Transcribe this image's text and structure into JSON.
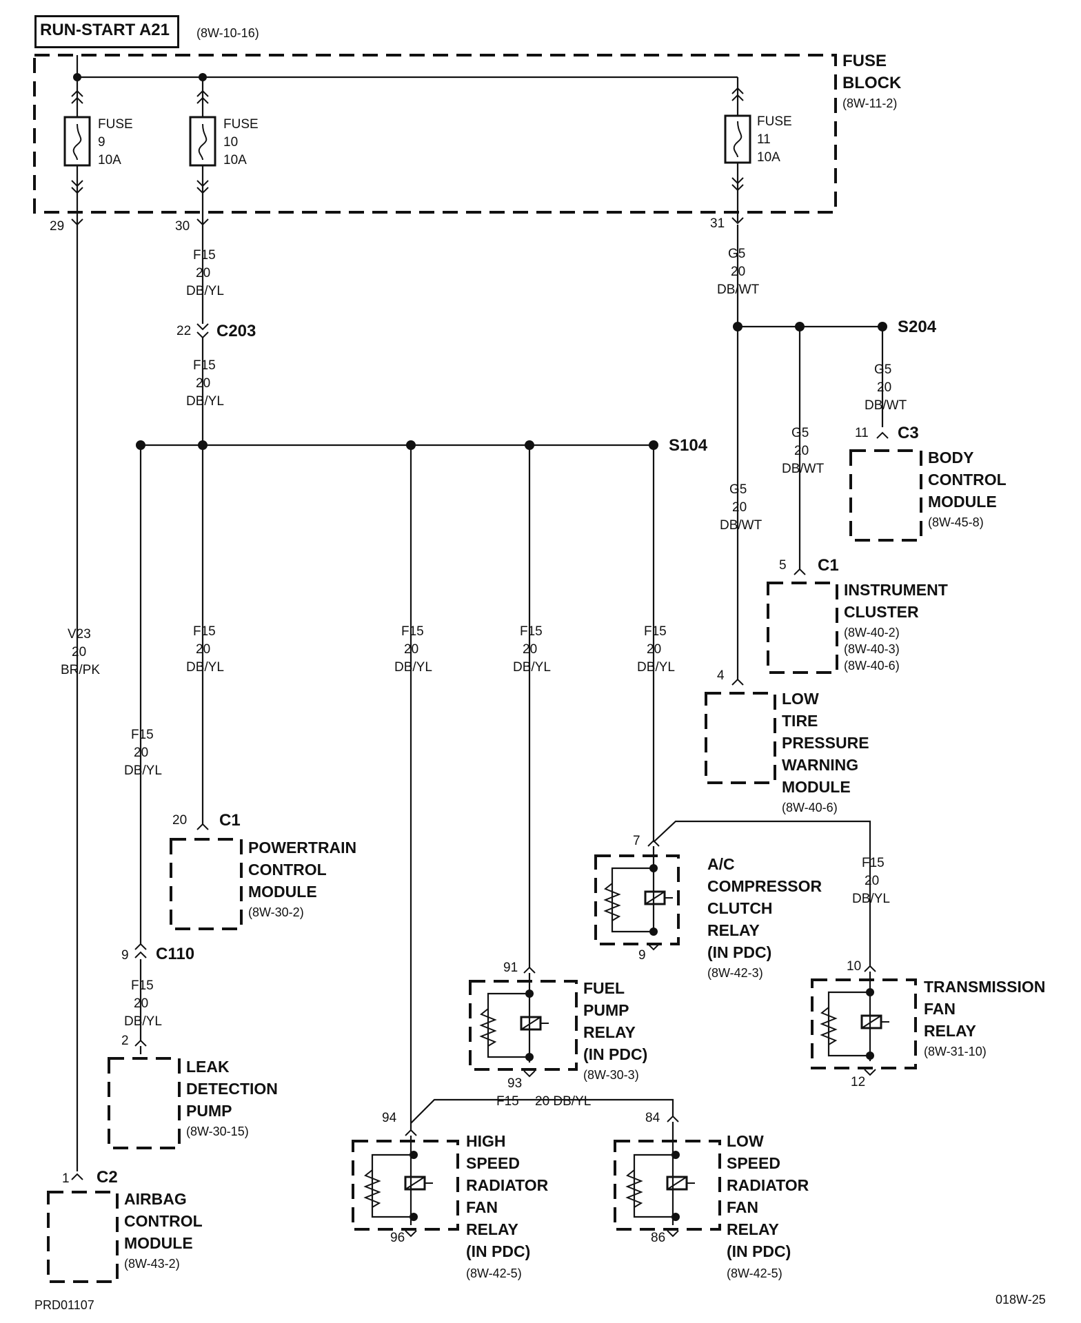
{
  "header": {
    "title": "RUN-START A21",
    "ref": "(8W-10-16)"
  },
  "fuse_block": {
    "line1": "FUSE",
    "line2": "BLOCK",
    "ref": "(8W-11-2)"
  },
  "fuses": [
    {
      "l1": "FUSE",
      "l2": "9",
      "l3": "10A",
      "pin": "29"
    },
    {
      "l1": "FUSE",
      "l2": "10",
      "l3": "10A",
      "pin": "30"
    },
    {
      "l1": "FUSE",
      "l2": "11",
      "l3": "10A",
      "pin": "31"
    }
  ],
  "wire_f15": {
    "a": "F15",
    "b": "20",
    "c": "DB/YL"
  },
  "wire_g5": {
    "a": "G5",
    "b": "20",
    "c": "DB/WT"
  },
  "wire_v23": {
    "a": "V23",
    "b": "20",
    "c": "BR/PK"
  },
  "wire_f15_inline": {
    "a": "F15",
    "b": "20 DB/YL"
  },
  "c203": {
    "pin": "22",
    "name": "C203"
  },
  "c110": {
    "pin": "9",
    "name": "C110"
  },
  "splices": {
    "s104": "S104",
    "s204": "S204"
  },
  "modules": {
    "bcm": {
      "pin": "11",
      "conn": "C3",
      "l1": "BODY",
      "l2": "CONTROL",
      "l3": "MODULE",
      "ref": "(8W-45-8)"
    },
    "ic": {
      "pin": "5",
      "conn": "C1",
      "l1": "INSTRUMENT",
      "l2": "CLUSTER",
      "ref1": "(8W-40-2)",
      "ref2": "(8W-40-3)",
      "ref3": "(8W-40-6)"
    },
    "ltp": {
      "pin": "4",
      "l1": "LOW",
      "l2": "TIRE",
      "l3": "PRESSURE",
      "l4": "WARNING",
      "l5": "MODULE",
      "ref": "(8W-40-6)"
    },
    "pcm": {
      "pin": "20",
      "conn": "C1",
      "l1": "POWERTRAIN",
      "l2": "CONTROL",
      "l3": "MODULE",
      "ref": "(8W-30-2)"
    },
    "ldp": {
      "pin": "2",
      "l1": "LEAK",
      "l2": "DETECTION",
      "l3": "PUMP",
      "ref": "(8W-30-15)"
    },
    "acm": {
      "pin": "1",
      "conn": "C2",
      "l1": "AIRBAG",
      "l2": "CONTROL",
      "l3": "MODULE",
      "ref": "(8W-43-2)"
    }
  },
  "relays": {
    "ac": {
      "pin_in": "7",
      "pin_out": "9",
      "l1": "A/C",
      "l2": "COMPRESSOR",
      "l3": "CLUTCH",
      "l4": "RELAY",
      "l5": "(IN PDC)",
      "ref": "(8W-42-3)"
    },
    "trans": {
      "pin_in": "10",
      "pin_out": "12",
      "l1": "TRANSMISSION",
      "l2": "FAN",
      "l3": "RELAY",
      "ref": "(8W-31-10)"
    },
    "fuel": {
      "pin_in": "91",
      "pin_out": "93",
      "l1": "FUEL",
      "l2": "PUMP",
      "l3": "RELAY",
      "l4": "(IN PDC)",
      "ref": "(8W-30-3)"
    },
    "hs": {
      "pin_in": "94",
      "pin_out": "96",
      "l1": "HIGH",
      "l2": "SPEED",
      "l3": "RADIATOR",
      "l4": "FAN",
      "l5": "RELAY",
      "l6": "(IN PDC)",
      "ref": "(8W-42-5)"
    },
    "ls": {
      "pin_in": "84",
      "pin_out": "86",
      "l1": "LOW",
      "l2": "SPEED",
      "l3": "RADIATOR",
      "l4": "FAN",
      "l5": "RELAY",
      "l6": "(IN PDC)",
      "ref": "(8W-42-5)"
    }
  },
  "footer": {
    "left": "PRD01107",
    "right": "018W-25"
  }
}
